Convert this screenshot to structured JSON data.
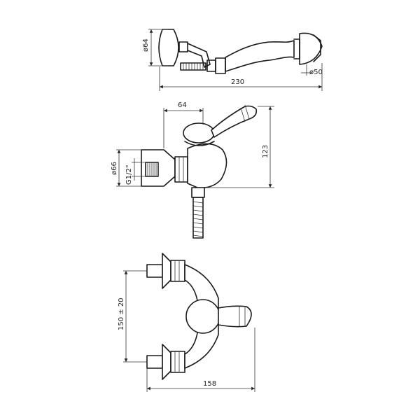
{
  "top_view": {
    "dim_diameter_head": "ø64",
    "dim_length": "230",
    "dim_diameter_spray": "ø50"
  },
  "side_view": {
    "dim_top": "64",
    "dim_height": "123",
    "dim_flange": "ø66",
    "dim_thread": "G1/2\""
  },
  "front_view": {
    "dim_center": "150 ± 20",
    "dim_width": "158"
  }
}
